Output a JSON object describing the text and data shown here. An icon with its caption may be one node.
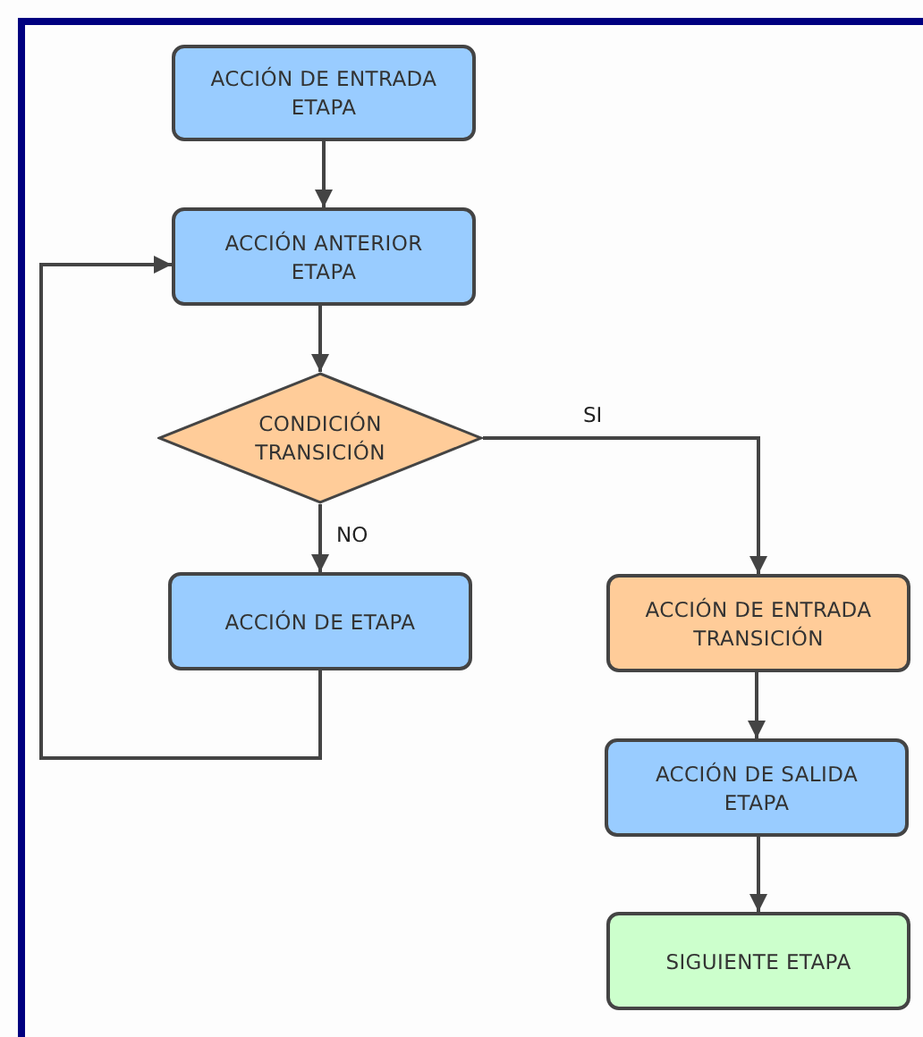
{
  "diagram": {
    "nodes": [
      {
        "text": [
          "ACCIÓN DE ENTRADA ETAPA"
        ]
      },
      {
        "text": [
          "ACCIÓN ANTERIOR ETAPA"
        ]
      },
      {
        "text": [
          "CONDICIÓN TRANSICIÓN"
        ]
      },
      {
        "text": [
          "ACCIÓN DE ETAPA"
        ]
      },
      {
        "text": [
          "ACCIÓN DE ENTRADA TRANSICIÓN"
        ]
      },
      {
        "text": [
          "ACCIÓN DE SALIDA ETAPA"
        ]
      },
      {
        "text": [
          "SIGUIENTE ETAPA"
        ]
      }
    ],
    "edges": [
      {
        "from": 0,
        "to": 1,
        "arrow": "to"
      },
      {
        "from": 1,
        "to": 2,
        "arrow": "to"
      },
      {
        "from": 2,
        "to": 3,
        "arrow": "to",
        "label": "NO"
      },
      {
        "from": 3,
        "to": 1,
        "arrow": "to"
      },
      {
        "from": 2,
        "to": 4,
        "arrow": "to",
        "label": "SI"
      },
      {
        "from": 4,
        "to": 5,
        "arrow": "to"
      },
      {
        "from": 5,
        "to": 6,
        "arrow": "to"
      }
    ]
  }
}
